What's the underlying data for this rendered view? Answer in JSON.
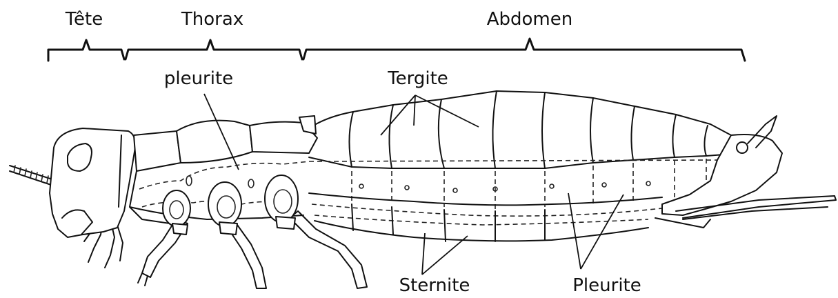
{
  "regions": {
    "head": "Tête",
    "thorax": "Thorax",
    "abdomen": "Abdomen"
  },
  "labels": {
    "thorax_pleurite": "pleurite",
    "tergite": "Tergite",
    "sternite": "Sternite",
    "abdomen_pleurite": "Pleurite"
  }
}
